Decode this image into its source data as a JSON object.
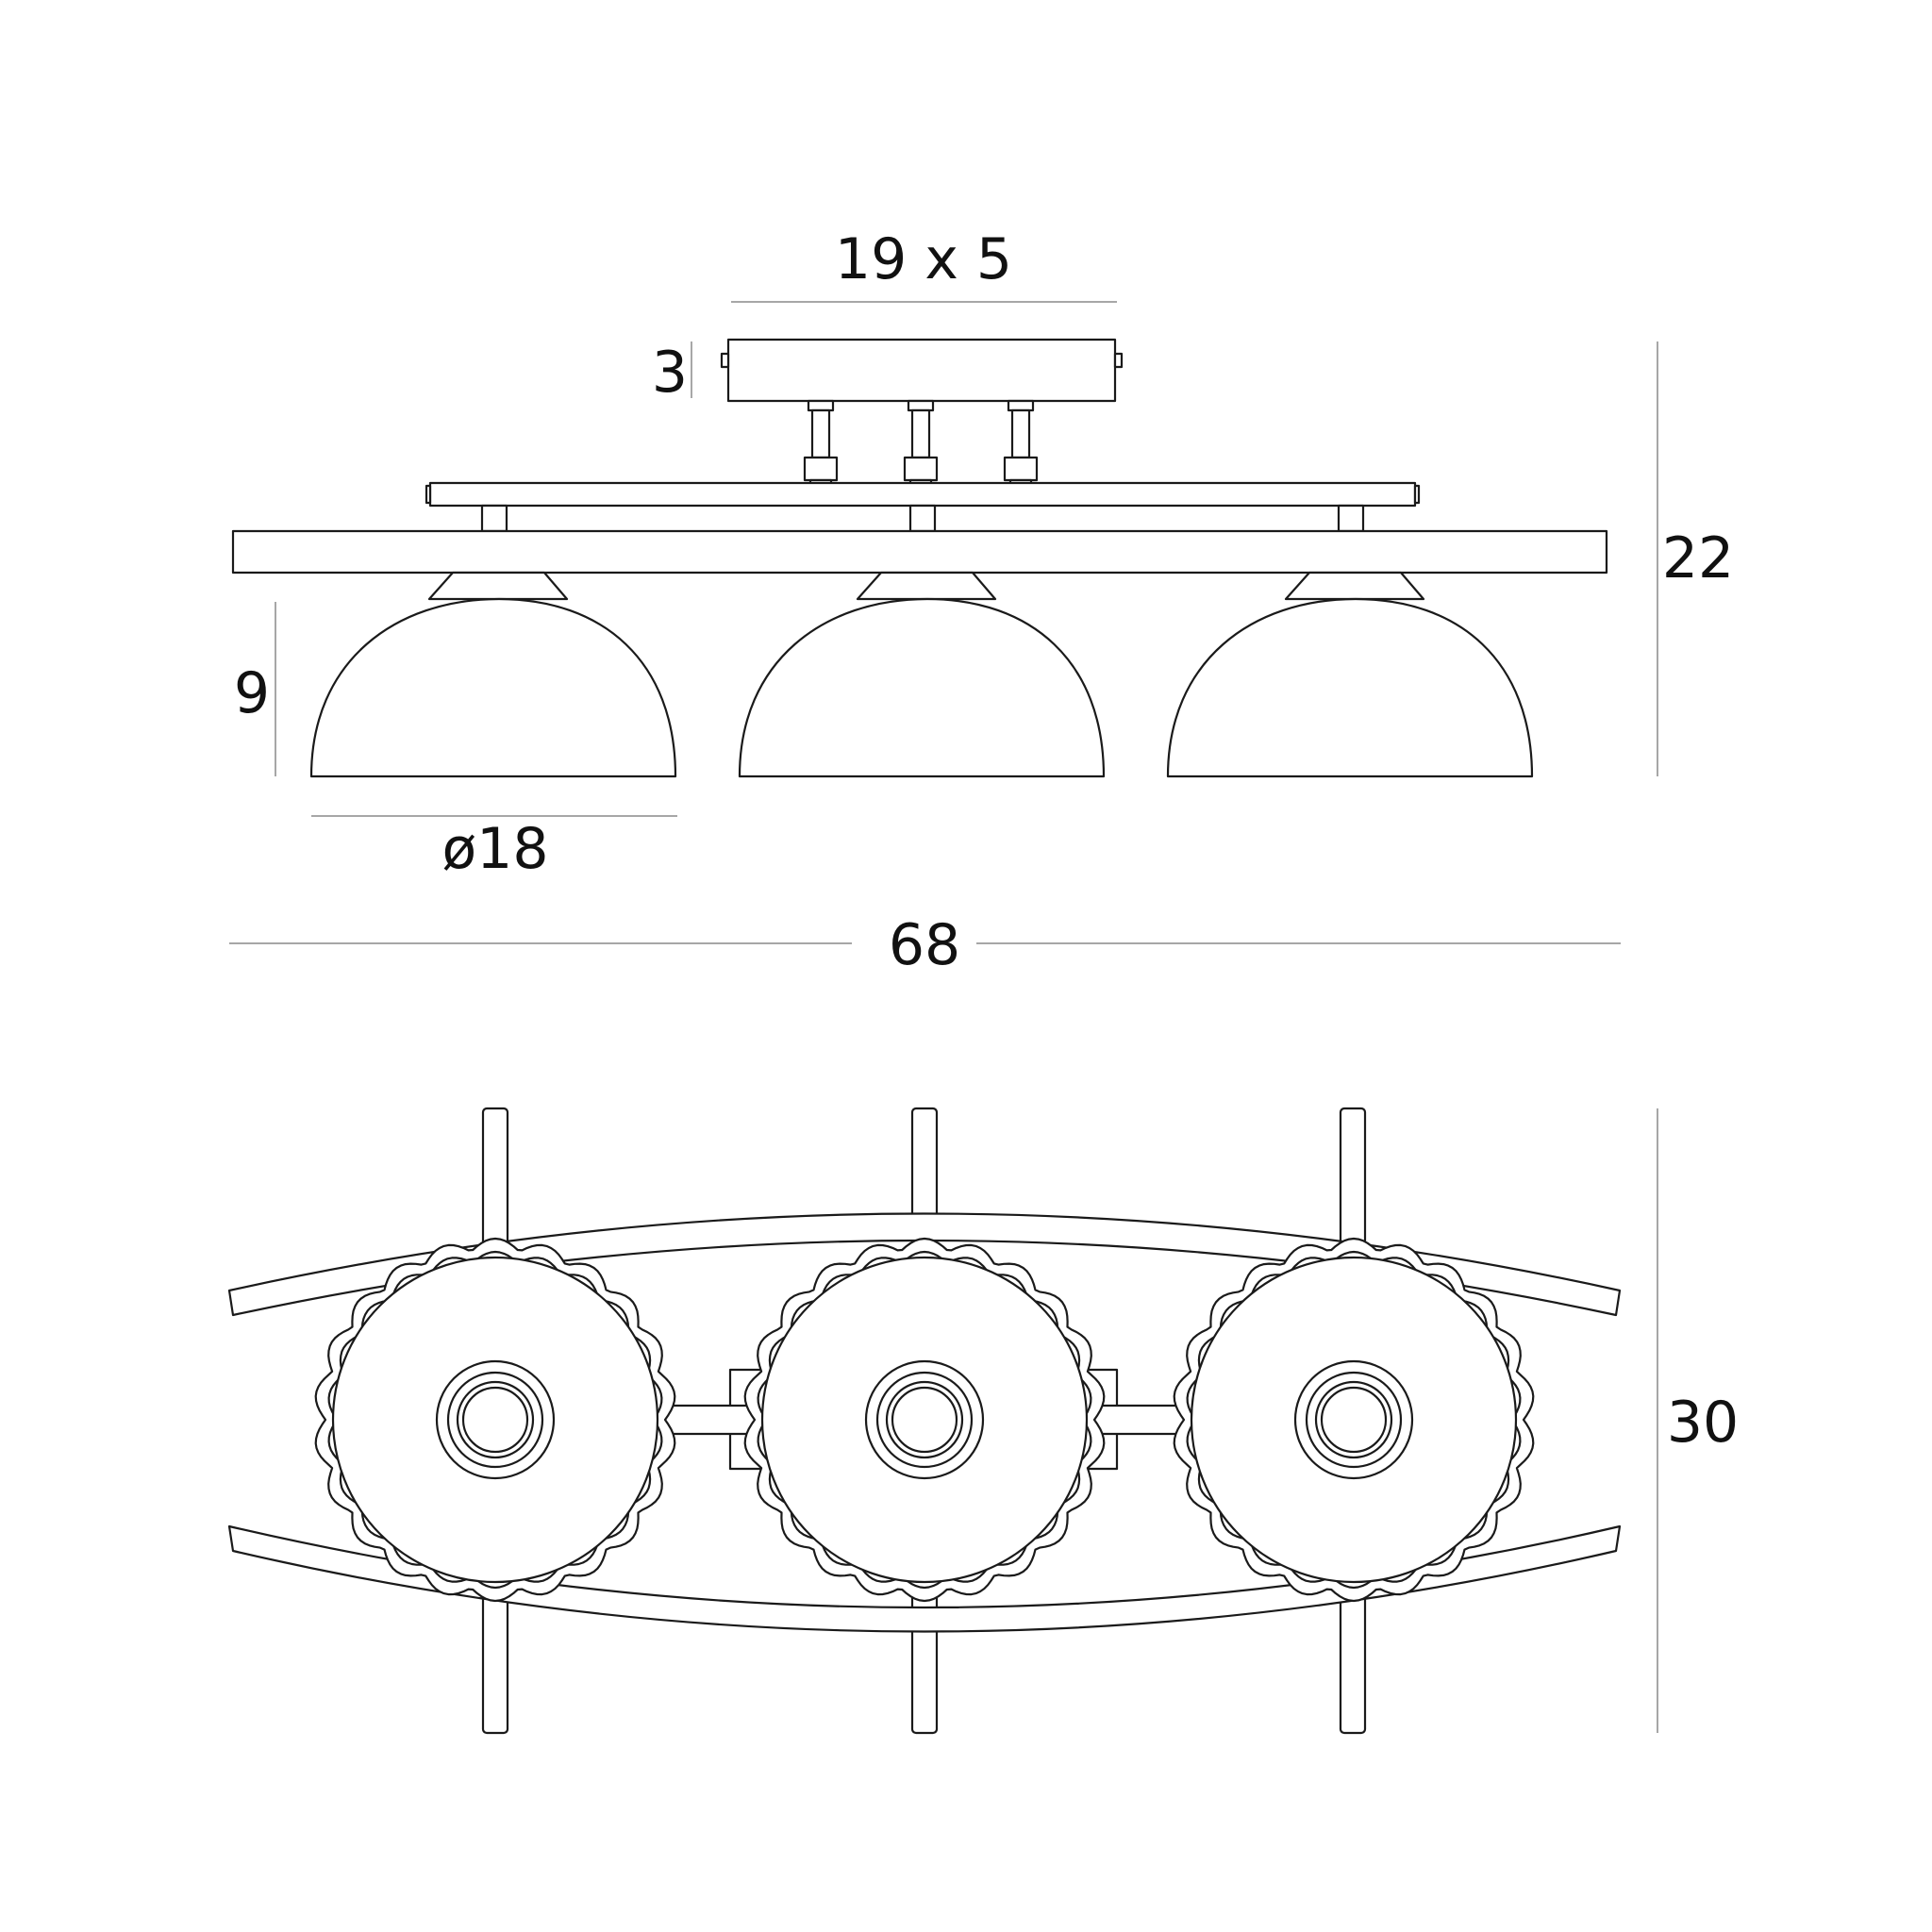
{
  "dimensions": {
    "canopy_size": "19 x 5",
    "canopy_height": "3",
    "total_height": "22",
    "shade_height": "9",
    "shade_diameter": "ø18",
    "total_length": "68",
    "total_depth": "30"
  },
  "colors": {
    "line": "#1a1a1a",
    "dimension_line": "#8a8a8a",
    "background": "#ffffff"
  }
}
